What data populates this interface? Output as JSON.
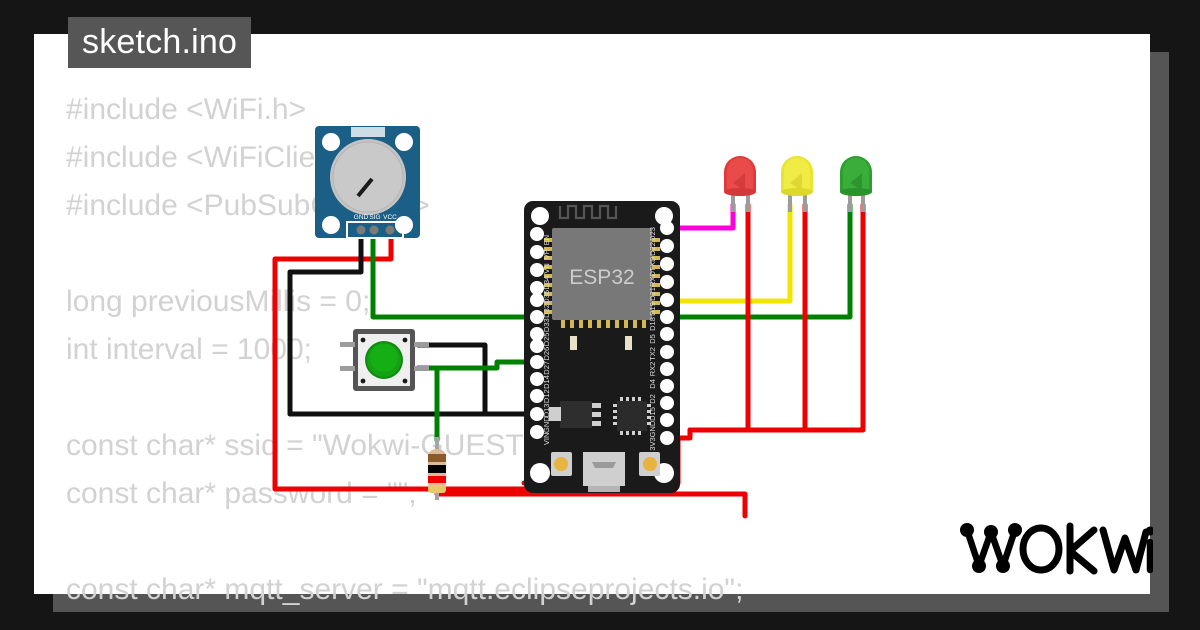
{
  "window": {
    "background_color": "#151515",
    "canvas_color": "#ffffff",
    "shadow_color": "#555555"
  },
  "tab": {
    "label": "sketch.ino",
    "background_color": "#565656",
    "text_color": "#ffffff"
  },
  "code": {
    "text_color": "#d2d2d2",
    "lines": [
      "#include <WiFi.h>",
      "#include <WiFiClient.h>",
      "#include <PubSubClient.h>",
      "",
      "long previousMillis = 0;",
      "int interval = 1000;",
      "",
      "const char* ssid = \"Wokwi-GUEST\";",
      "const char* password = \"\";",
      "",
      "const char* mqtt_server = \"mqtt.eclipseprojects.io\";"
    ]
  },
  "diagram": {
    "board": {
      "name": "ESP32 DevKit V1",
      "chip_label": "ESP32",
      "body_color": "#1a1a1a",
      "chip_color": "#7a7a7a",
      "pins_left": [
        "EN",
        "VP",
        "VN",
        "D34",
        "D35",
        "D32",
        "D33",
        "D25",
        "D26",
        "D27",
        "D14",
        "D12",
        "D13",
        "GND",
        "VIN"
      ],
      "pins_right": [
        "D23",
        "D22",
        "TXD",
        "RXD",
        "D21",
        "D19",
        "D18",
        "D5",
        "TX2",
        "RX2",
        "D4",
        "D2",
        "D15",
        "GND",
        "3V3"
      ]
    },
    "potentiometer": {
      "name": "Potentiometer module",
      "body_color": "#1b5f86",
      "knob_color": "#c4c4c4",
      "pins": [
        "GND",
        "SIG",
        "VCC"
      ]
    },
    "pushbutton": {
      "name": "Pushbutton",
      "cap_color": "#119911",
      "body_color": "#efefef",
      "frame_color": "#555555"
    },
    "resistor": {
      "name": "Resistor",
      "value": "1k",
      "bands": [
        "#8a5a2b",
        "#000000",
        "#ee0000",
        "#e8c96a"
      ],
      "body_color": "#ddbb99"
    },
    "leds": [
      {
        "name": "red-led",
        "color": "#e23a3a",
        "anode_wire": "#ff00dc",
        "cathode_wire": "#ee0000"
      },
      {
        "name": "yellow-led",
        "color": "#e8e430",
        "anode_wire": "#f2e600",
        "cathode_wire": "#ee0000"
      },
      {
        "name": "green-led",
        "color": "#3aa83a",
        "anode_wire": "#008000",
        "cathode_wire": "#ee0000"
      }
    ],
    "wire_colors": {
      "red": "#ee0000",
      "black": "#101010",
      "green": "#008000",
      "yellow": "#f2e600",
      "magenta": "#ff00dc"
    }
  },
  "logo": {
    "text": "WOKWi",
    "color": "#000000"
  }
}
